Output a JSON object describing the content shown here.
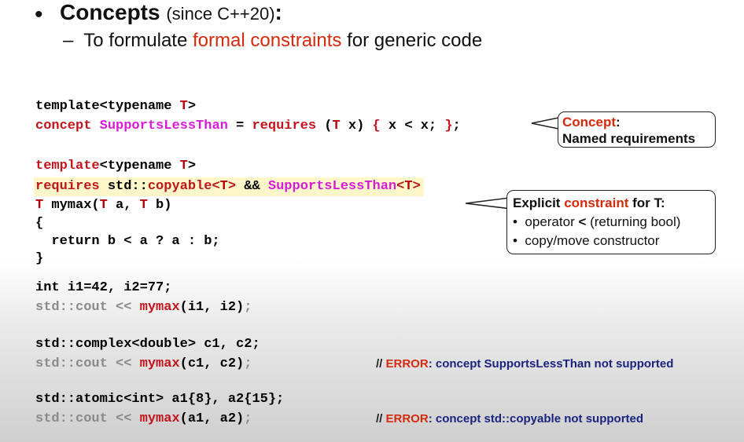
{
  "header": {
    "bullet": "•",
    "title_bold": "Concepts",
    "title_paren": "(since C++20)",
    "title_colon": ":",
    "dash": "–",
    "sub_pre": "To formulate",
    "sub_red": "formal constraints",
    "sub_post": "for generic code"
  },
  "code": {
    "l1_kw": "template<typename",
    "l1_T": "T",
    "l1_end": ">",
    "l2_concept": "concept",
    "l2_name": "SupportsLessThan",
    "l2_eq": " = ",
    "l2_requires": "requires",
    "l2_paren_open": " (",
    "l2_T": "T",
    "l2_x": " x) ",
    "l2_brace_open": "{",
    "l2_body": " x < x; ",
    "l2_brace_close": "}",
    "l2_semi": ";",
    "l3_kw": "template",
    "l3_rest": "<typename ",
    "l3_T": "T",
    "l3_end": ">",
    "l4_requires": "requires",
    "l4_std": " std::",
    "l4_copyable": "copyable",
    "l4_lt": "<",
    "l4_T1": "T",
    "l4_gt": ">",
    "l4_and": " && ",
    "l4_slt": "SupportsLessThan",
    "l4_lt2": "<",
    "l4_T2": "T",
    "l4_gt2": ">",
    "l5_T": "T",
    "l5_mid": " mymax(",
    "l5_T2": "T",
    "l5_a": " a, ",
    "l5_T3": "T",
    "l5_b": " b)",
    "l6": "{",
    "l7": "  return b < a ? a : b;",
    "l8": "}",
    "l9": "int i1=42, i2=77;",
    "l10_pre": "std::cout << ",
    "l10_fn": "mymax",
    "l10_args": "(i1, i2)",
    "l10_end": ";",
    "l11": "std::complex<double> c1, c2;",
    "l12_pre": "std::cout << ",
    "l12_fn": "mymax",
    "l12_args": "(c1, c2)",
    "l12_end": ";",
    "l13": "std::atomic<int> a1{8}, a2{15};",
    "l14_pre": "std::cout << ",
    "l14_fn": "mymax",
    "l14_args": "(a1, a2)",
    "l14_end": ";"
  },
  "callout1": {
    "concept": "Concept",
    "colon": ":",
    "line2": "Named requirements"
  },
  "callout2": {
    "pre": "Explicit ",
    "red": "constraint",
    "post": " for T:",
    "bullet1": "operator < (returning bool)",
    "bullet1_pre": "operator ",
    "bullet1_op": "<",
    "bullet1_post": " (returning bool)",
    "bullet2": "copy/move constructor",
    "dot": "•"
  },
  "errors": {
    "e1_slashes": "// ",
    "e1_label": "ERROR",
    "e1_text": ": concept SupportsLessThan not supported",
    "e2_slashes": "// ",
    "e2_label": "ERROR",
    "e2_text": ": concept std::copyable not supported"
  },
  "colors": {
    "keyword_red": "#c0151c",
    "concept_magenta": "#d81bd8",
    "highlight": "#fff7c9",
    "error_blue": "#1a237e"
  }
}
